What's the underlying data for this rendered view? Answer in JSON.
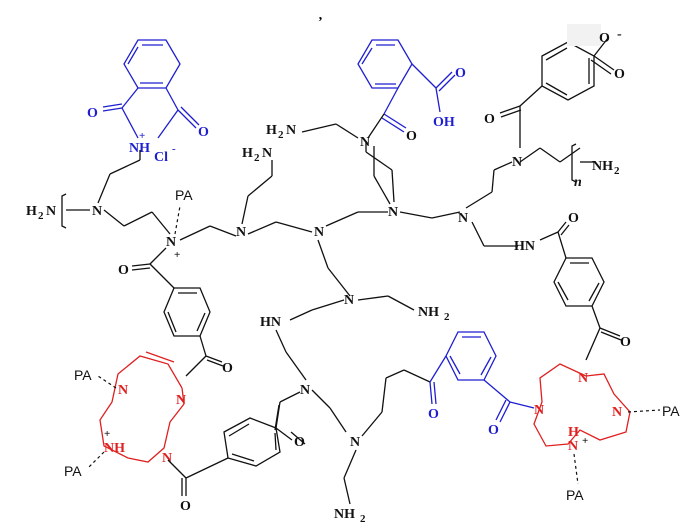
{
  "figure": {
    "colors": {
      "core": "#111111",
      "phthalimide": "#1f1fd0",
      "macrocycle": "#e02020"
    },
    "labels": {
      "tick": "’",
      "carboxylate_o": "O",
      "carboxylate_charge": "-",
      "cooh": "OH",
      "nh2": "NH",
      "nh2_sub": "2",
      "h2n": "H",
      "h2n_sub": "2",
      "h2n_n": "N",
      "n": "N",
      "nh": "NH",
      "hn": "HN",
      "o": "O",
      "h": "H",
      "plus": "+",
      "chloride": "Cl",
      "chloride_charge": "-",
      "pa": "PA",
      "repeat_n": "n"
    }
  }
}
